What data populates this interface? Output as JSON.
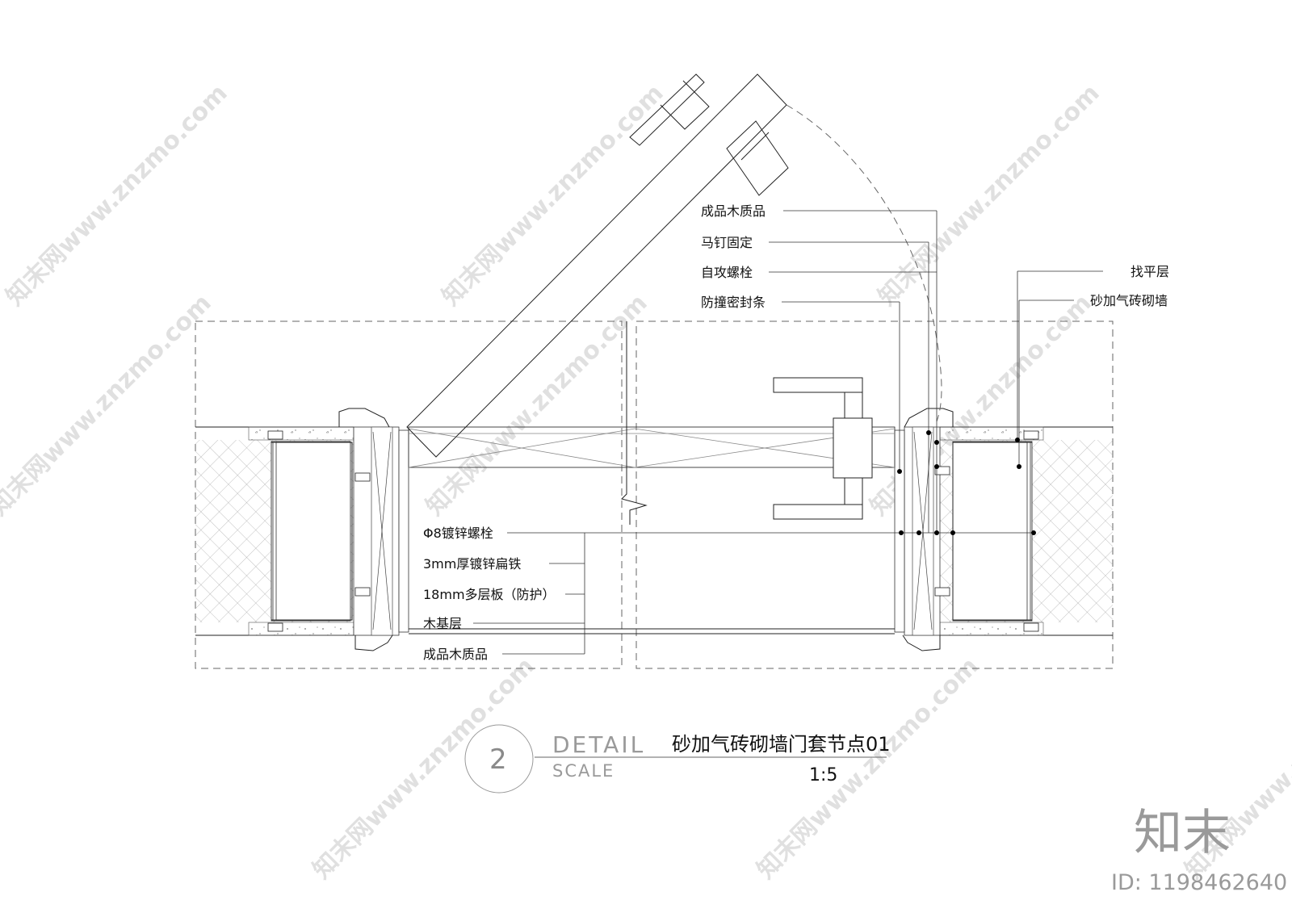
{
  "drawing": {
    "labels_right_top": [
      "成品木质品",
      "马钉固定",
      "自攻螺栓",
      "防撞密封条"
    ],
    "labels_far_right": [
      "找平层",
      "砂加气砖砌墙"
    ],
    "labels_left_bottom": [
      "Φ8镀锌螺栓",
      "3mm厚镀锌扁铁",
      "18mm多层板（防护）",
      "木基层",
      "成品木质品"
    ]
  },
  "title_block": {
    "number": "2",
    "detail_word": "DETAIL",
    "scale_word": "SCALE",
    "title": "砂加气砖砌墙门套节点01",
    "scale": "1:5"
  },
  "watermark": {
    "text": "知末网www.znzmo.com",
    "logo": "知末",
    "id_text": "ID: 1198462640"
  },
  "colors": {
    "line": "#222222",
    "watermark": "#c7c7c7",
    "logo": "#9a9a9a"
  }
}
